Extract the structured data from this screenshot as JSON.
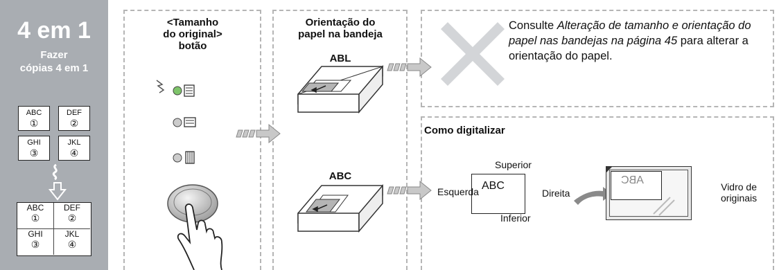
{
  "left_panel": {
    "title": "4 em 1",
    "subtitle_line1": "Fazer",
    "subtitle_line2": "cópias 4 em 1",
    "pages": [
      {
        "text": "ABC",
        "num": "①"
      },
      {
        "text": "DEF",
        "num": "②"
      },
      {
        "text": "GHI",
        "num": "③"
      },
      {
        "text": "JKL",
        "num": "④"
      }
    ],
    "combined": [
      {
        "text": "ABC",
        "num": "①"
      },
      {
        "text": "DEF",
        "num": "②"
      },
      {
        "text": "GHI",
        "num": "③"
      },
      {
        "text": "JKL",
        "num": "④"
      }
    ]
  },
  "button_column": {
    "heading_line1": "<Tamanho",
    "heading_line2": "do original>",
    "heading_line3": "botão"
  },
  "tray_column": {
    "heading_line1": "Orientação do",
    "heading_line2": "papel na bandeja",
    "tray_top_label": "ABL",
    "tray_bottom_label": "ABC"
  },
  "instructions": {
    "prefix": "Consulte ",
    "link_text": "Alteração de tamanho e orientação do papel nas bandejas na página 45",
    "suffix": " para alterar a orientação do papel."
  },
  "scan_section": {
    "title": "Como digitalizar",
    "doc_text": "ABC",
    "label_top": "Superior",
    "label_left": "Esquerda",
    "label_right": "Direita",
    "label_bottom": "Inferior",
    "glass_text": "ABC",
    "glass_label_line1": "Vidro de",
    "glass_label_line2": "originais"
  },
  "colors": {
    "panel": "#a9adb2",
    "led_green": "#7ec46a",
    "cross": "#d3d5d8",
    "arrow": "#c8c8c8"
  }
}
